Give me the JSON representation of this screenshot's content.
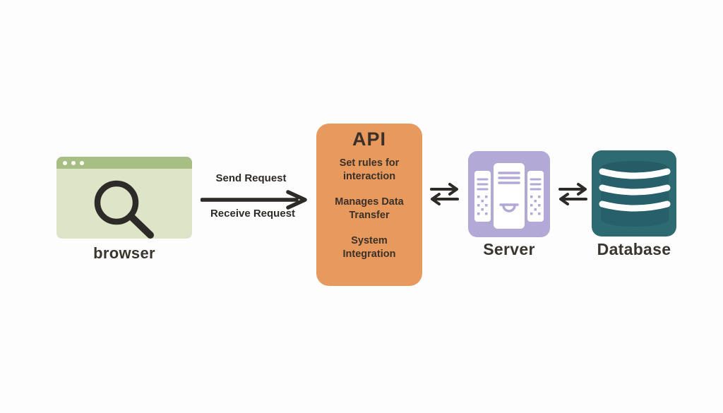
{
  "diagram": {
    "title": "API data-flow diagram",
    "colors": {
      "background": "#fdfdfd",
      "arrow": "#2d2b28",
      "label_text": "#39362f",
      "browser_titlebar": "#a7bf85",
      "browser_body": "#dde4c7",
      "api_bg": "#e8995e",
      "api_text": "#3a3129",
      "server_bg": "#b2a9d7",
      "server_tower": "#ffffff",
      "database_bg": "#2d6a72",
      "database_cylinder": "#27606a",
      "database_stripe": "#ffffff"
    },
    "nodes": {
      "browser": {
        "label": "browser",
        "icon": "magnifier-browser-window-icon"
      },
      "api": {
        "title": "API",
        "items": [
          "Set rules for interaction",
          "Manages Data Transfer",
          "System Integration"
        ]
      },
      "server": {
        "label": "Server",
        "icon": "server-racks-icon"
      },
      "database": {
        "label": "Database",
        "icon": "database-cylinder-icon"
      }
    },
    "connections": {
      "browser_to_api": {
        "label_top": "Send Request",
        "label_bottom": "Receive Request",
        "type": "single-right-arrow"
      },
      "api_to_server": {
        "type": "bidirectional-arrows"
      },
      "server_to_database": {
        "type": "bidirectional-arrows"
      }
    }
  }
}
